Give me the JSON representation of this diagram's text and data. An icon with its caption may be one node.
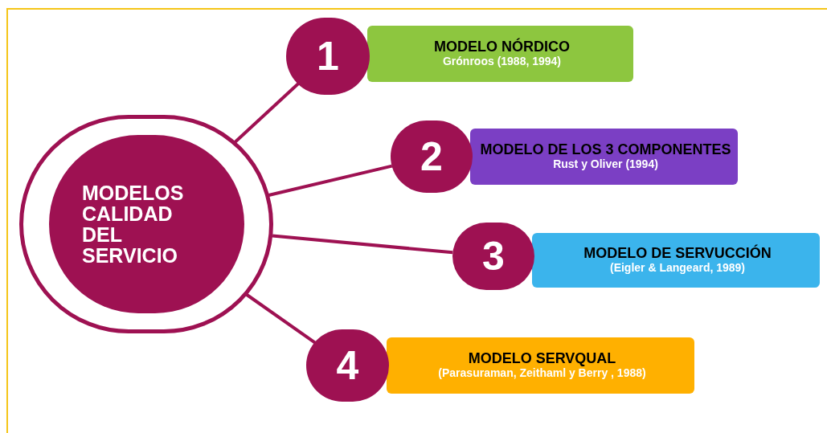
{
  "diagram": {
    "nodes": [
      {
        "text": [
          "MODELOS CALIDAD DEL SERVICIO"
        ]
      },
      {
        "text": [
          "1"
        ]
      },
      {
        "text": [
          "MODELO NÓRDICO",
          "Grónroos (1988, 1994)"
        ]
      },
      {
        "text": [
          "2"
        ]
      },
      {
        "text": [
          "MODELO DE LOS 3 COMPONENTES",
          "Rust y Oliver (1994)"
        ]
      },
      {
        "text": [
          "3"
        ]
      },
      {
        "text": [
          "MODELO DE SERVUCCIÓN",
          "(Eigler & Langeard, 1989)"
        ]
      },
      {
        "text": [
          "4"
        ]
      },
      {
        "text": [
          "MODELO SERVQUAL",
          "(Parasuraman, Zeithaml y Berry , 1988)"
        ]
      }
    ],
    "edges": [
      {
        "from": 0,
        "to": 1,
        "arrow": "none"
      },
      {
        "from": 0,
        "to": 3,
        "arrow": "none"
      },
      {
        "from": 0,
        "to": 5,
        "arrow": "none"
      },
      {
        "from": 0,
        "to": 7,
        "arrow": "none"
      }
    ]
  }
}
